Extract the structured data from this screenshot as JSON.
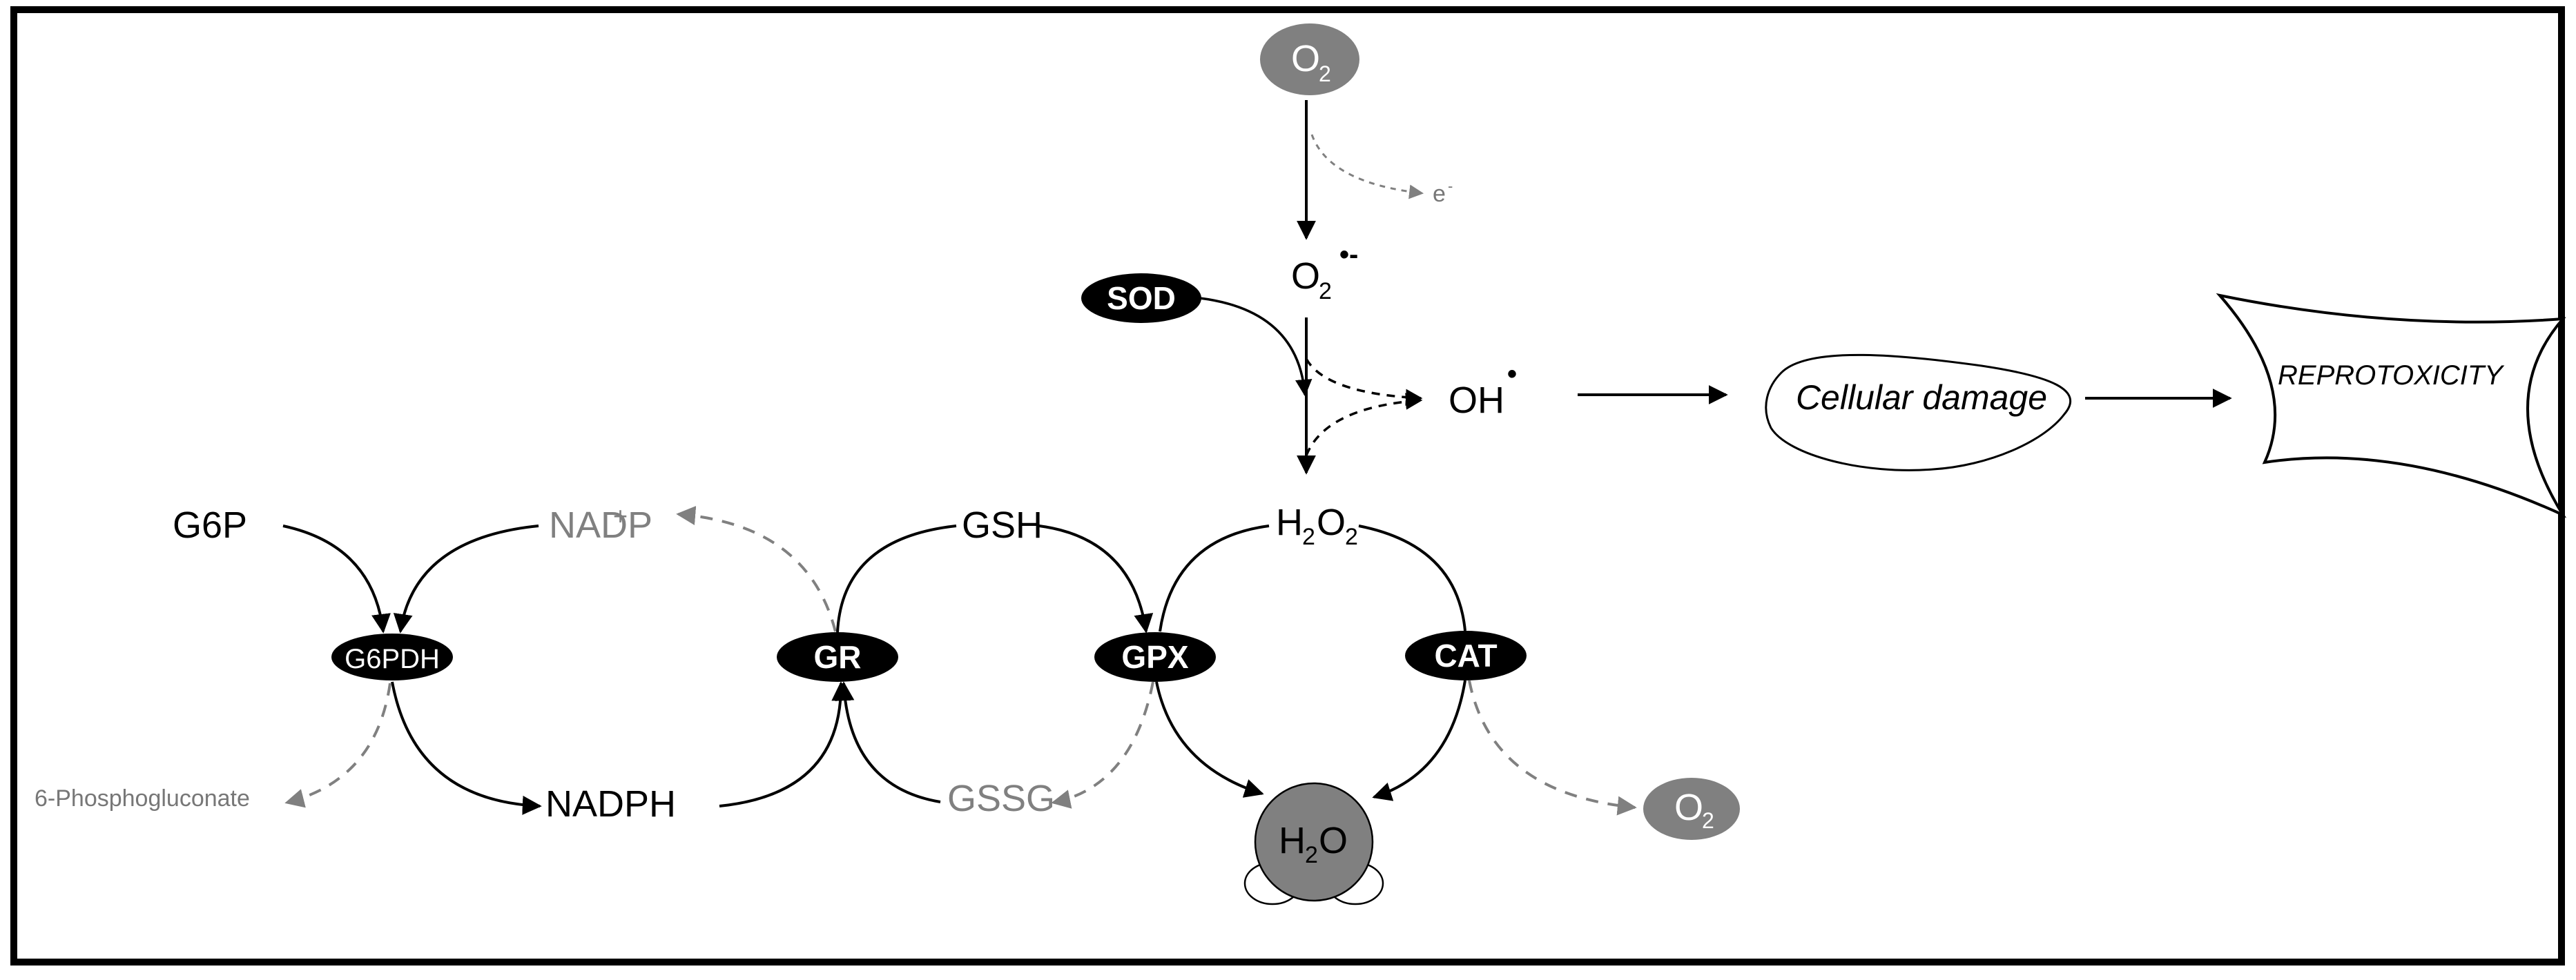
{
  "molecules": {
    "o2_top": "O",
    "o2_sub": "2",
    "electron": "e",
    "electron_sup": "-",
    "superoxide": "O",
    "superoxide_sub": "2",
    "superoxide_sup": "•-",
    "hydroxyl": "OH",
    "hydroxyl_sup": "•",
    "h2o2_h": "H",
    "h2o2_sub1": "2",
    "h2o2_o": "O",
    "h2o2_sub2": "2",
    "g6p": "G6P",
    "nadp_plus": "NADP",
    "nadp_plus_sup": "+",
    "gsh": "GSH",
    "nadph": "NADPH",
    "gssg": "GSSG",
    "phosphogluconate": "6-Phosphogluconate",
    "h2o_h": "H",
    "h2o_sub": "2",
    "h2o_o": "O",
    "o2_bottom": "O",
    "o2_bottom_sub": "2"
  },
  "enzymes": {
    "sod": "SOD",
    "g6pdh": "G6PDH",
    "gr": "GR",
    "gpx": "GPX",
    "cat": "CAT"
  },
  "outcomes": {
    "cellular_damage": "Cellular damage",
    "reprotoxicity": "REPROTOXICITY"
  },
  "colors": {
    "border": "#000000",
    "enzyme_fill": "#000000",
    "molecule_bubble": "#808080",
    "grey_text": "#808080",
    "dashed_arrow": "#808080"
  }
}
